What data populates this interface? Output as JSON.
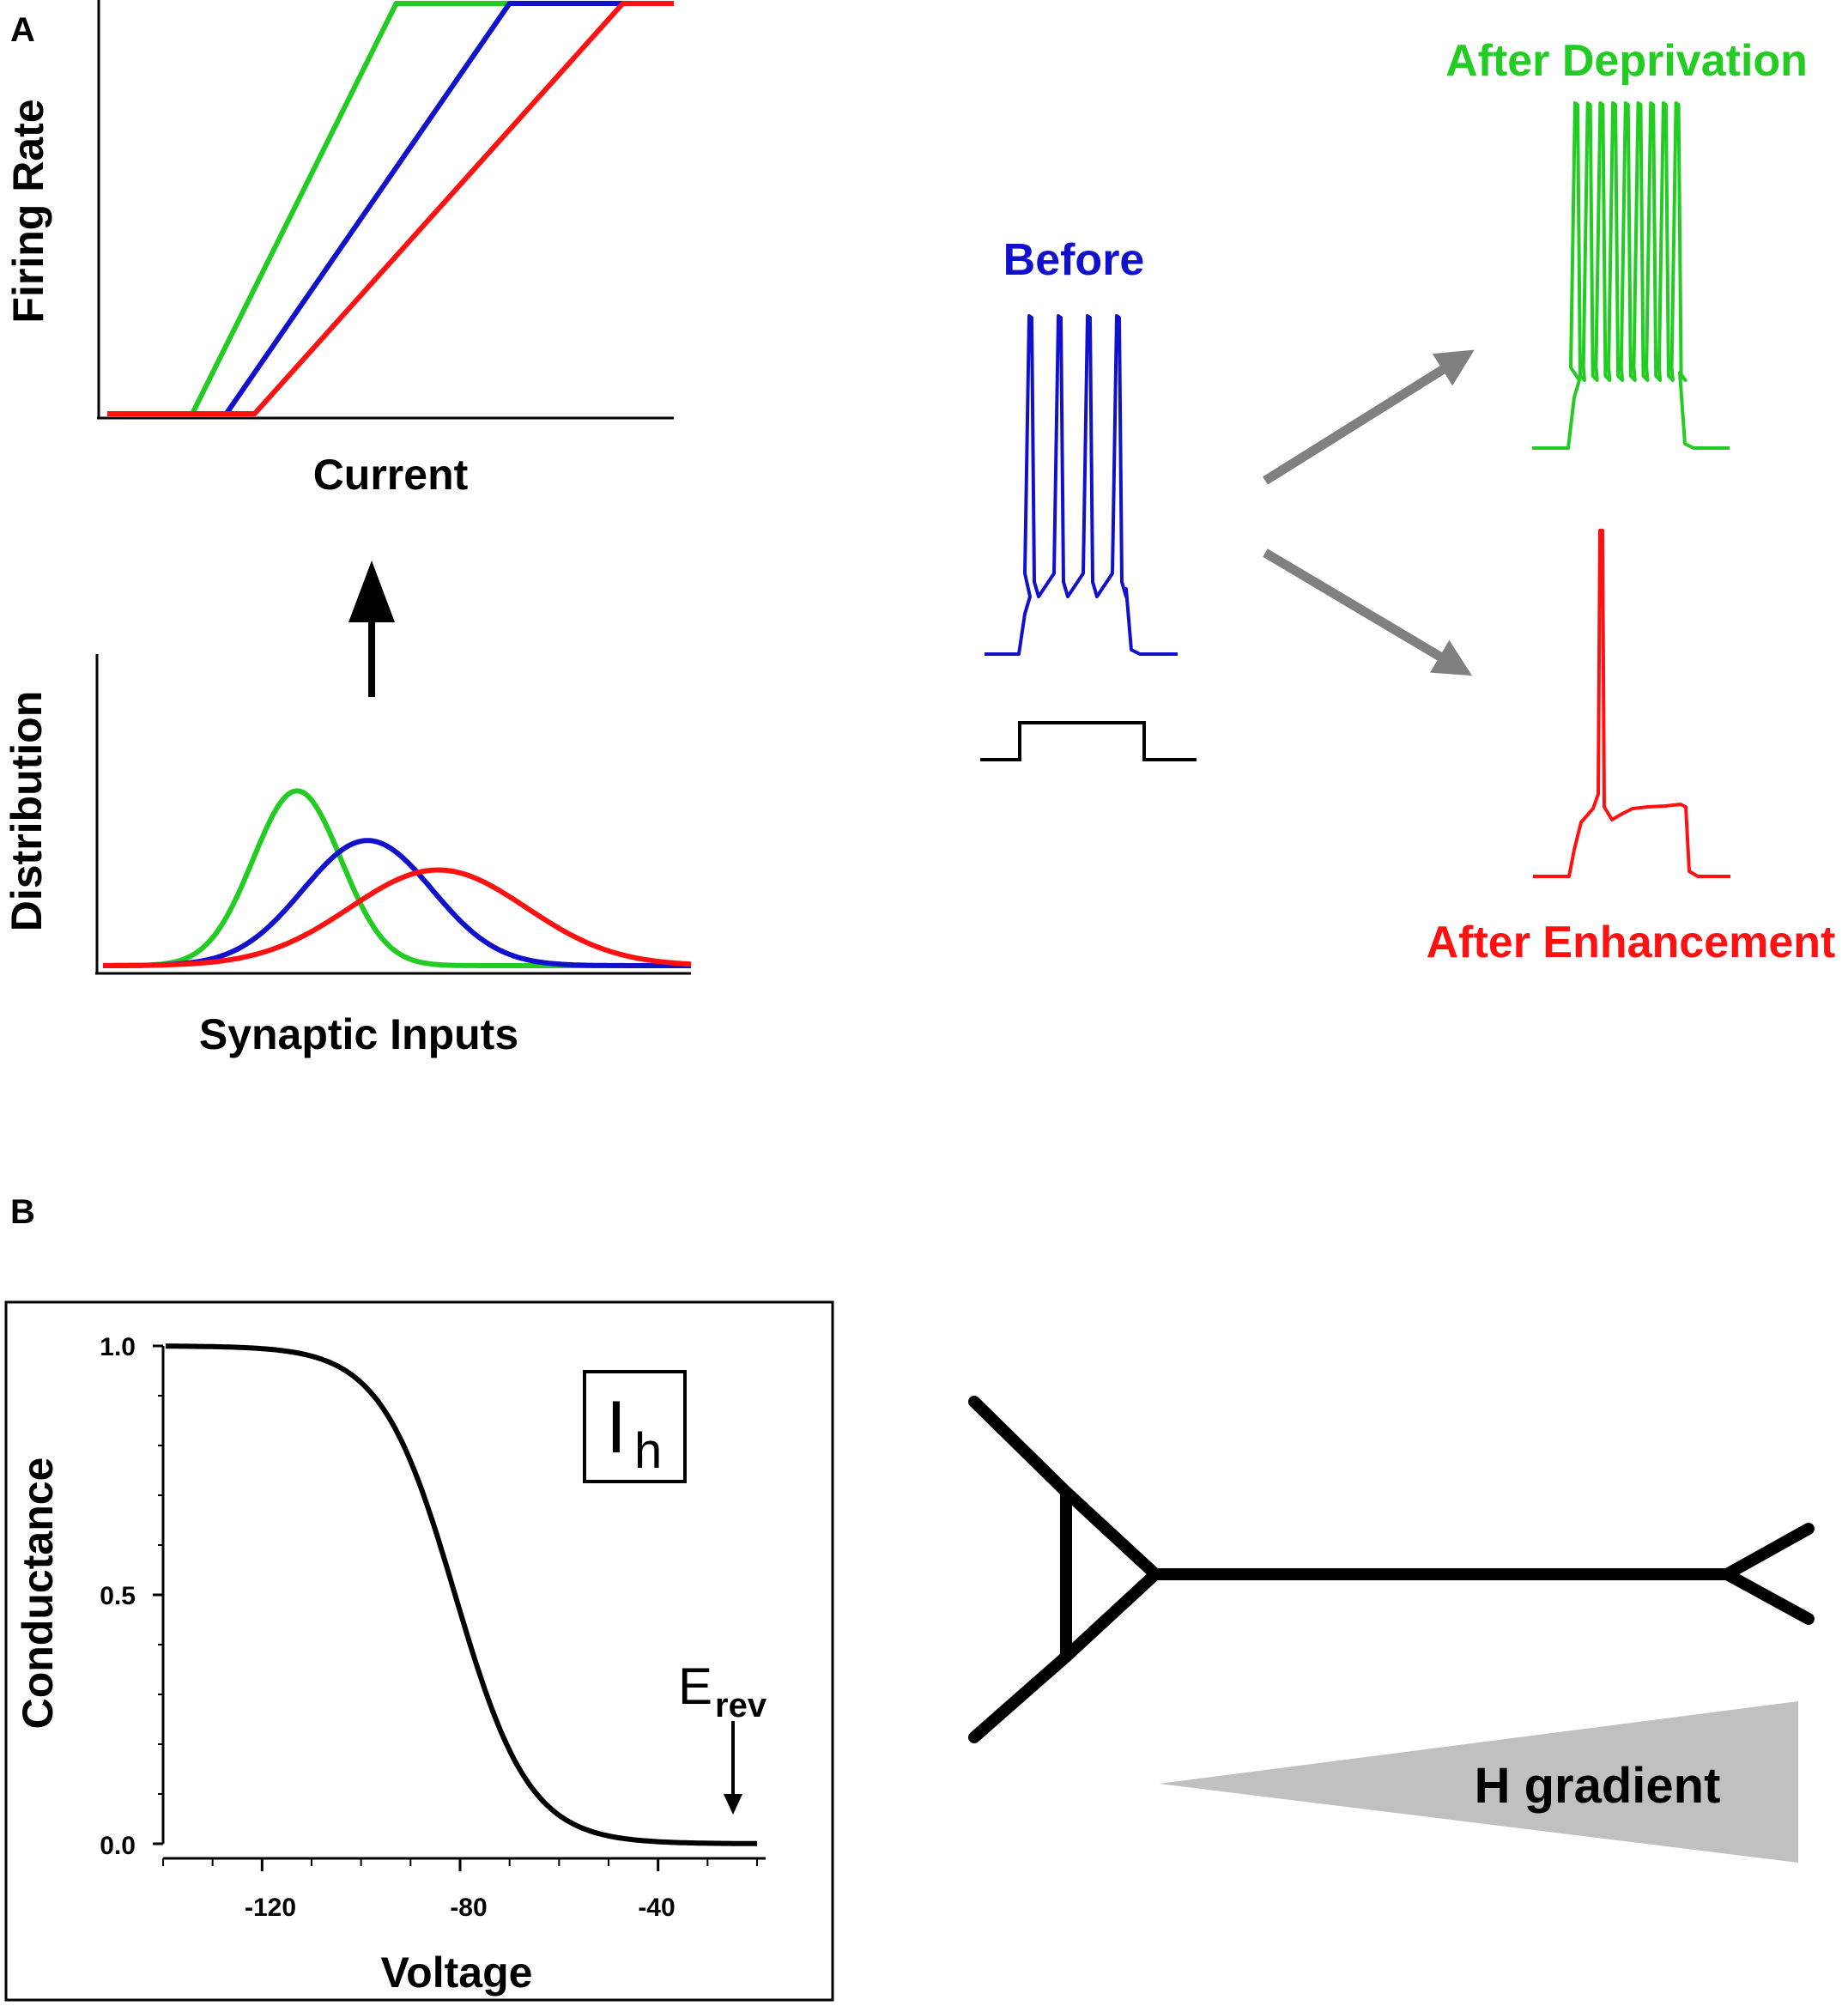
{
  "panel_a": {
    "label": "A",
    "fi_plot": {
      "ylabel": "Firing Rate",
      "xlabel": "Current",
      "colors": {
        "green": "#22cc22",
        "blue": "#1111cc",
        "red": "#ff1111"
      }
    },
    "arrow_up_icon": "arrow-up-icon",
    "distribution_plot": {
      "ylabel": "Distribution",
      "xlabel": "Synaptic Inputs"
    },
    "traces": {
      "before_label": "Before",
      "after_deprivation_label": "After Deprivation",
      "after_enhancement_label": "After Enhancement",
      "before_spikes": 4,
      "deprivation_spikes": 9,
      "enhancement_spikes": 1
    }
  },
  "panel_b": {
    "label": "B",
    "conductance_plot": {
      "ylabel": "Conductance",
      "xlabel": "Voltage",
      "x_ticks": [
        "-120",
        "-80",
        "-40"
      ],
      "y_ticks": [
        "1.0",
        "0.5",
        "0.0"
      ],
      "ih_label": "I",
      "ih_subscript": "h",
      "erev_label": "E",
      "erev_subscript": "rev"
    },
    "gradient_label": "H gradient"
  },
  "chart_data": [
    {
      "type": "line",
      "title": "",
      "xlabel": "Current",
      "ylabel": "Firing Rate",
      "series": [
        {
          "color": "#22cc22",
          "threshold": 0.15,
          "saturation": 0.51
        },
        {
          "color": "#1111cc",
          "threshold": 0.21,
          "saturation": 0.71
        },
        {
          "color": "#ff1111",
          "threshold": 0.26,
          "saturation": 0.91
        }
      ]
    },
    {
      "type": "line",
      "title": "",
      "xlabel": "Synaptic Inputs",
      "ylabel": "Distribution",
      "series": [
        {
          "color": "#22cc22",
          "mean": 0.33,
          "peak": 0.95
        },
        {
          "color": "#1111cc",
          "mean": 0.45,
          "peak": 0.68
        },
        {
          "color": "#ff1111",
          "mean": 0.57,
          "peak": 0.52
        }
      ]
    },
    {
      "type": "line",
      "title": "",
      "xlabel": "Voltage",
      "ylabel": "Conductance",
      "xlim": [
        -140,
        -20
      ],
      "ylim": [
        0,
        1
      ],
      "v_half": -81,
      "slope": 7.5,
      "erev": -22
    }
  ]
}
